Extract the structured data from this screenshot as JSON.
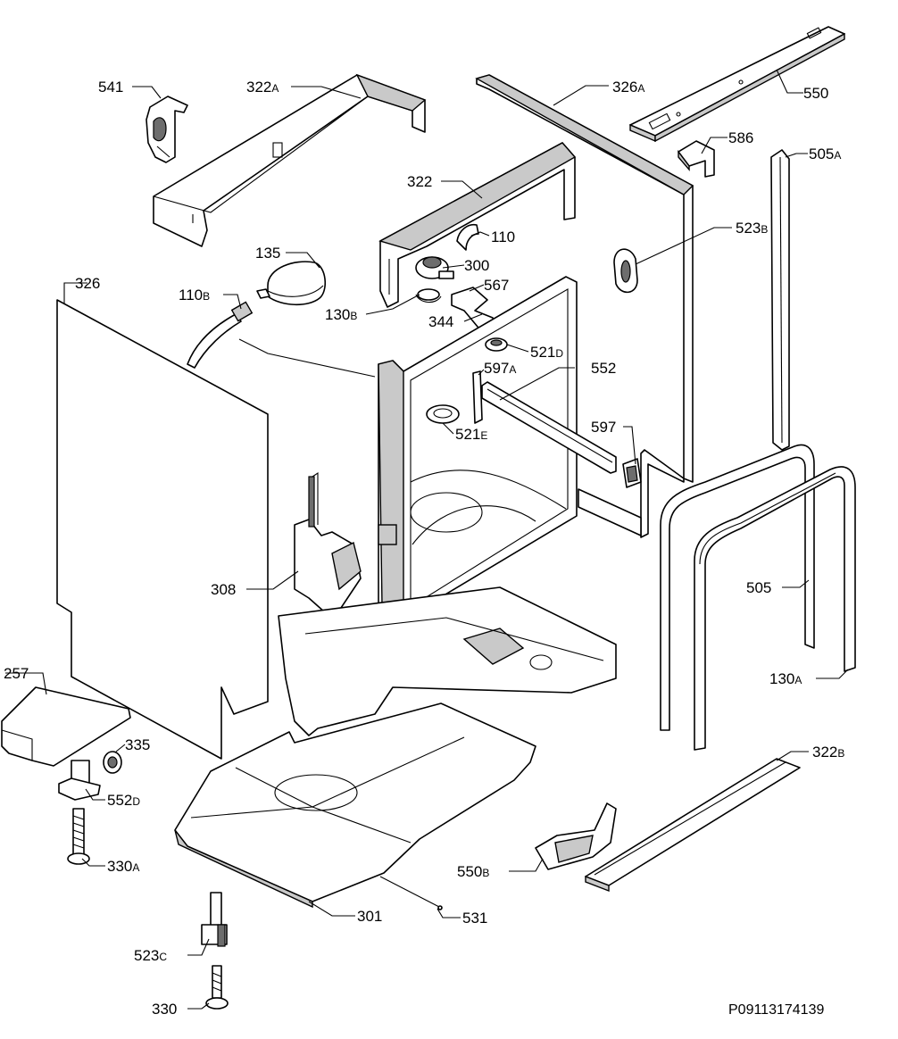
{
  "labels": [
    {
      "id": "541",
      "num": "541",
      "sub": ""
    },
    {
      "id": "322a",
      "num": "322",
      "sub": "A"
    },
    {
      "id": "326a",
      "num": "326",
      "sub": "A"
    },
    {
      "id": "550",
      "num": "550",
      "sub": ""
    },
    {
      "id": "586",
      "num": "586",
      "sub": ""
    },
    {
      "id": "505a",
      "num": "505",
      "sub": "A"
    },
    {
      "id": "322",
      "num": "322",
      "sub": ""
    },
    {
      "id": "110",
      "num": "110",
      "sub": ""
    },
    {
      "id": "523b",
      "num": "523",
      "sub": "B"
    },
    {
      "id": "135",
      "num": "135",
      "sub": ""
    },
    {
      "id": "300",
      "num": "300",
      "sub": ""
    },
    {
      "id": "326",
      "num": "326",
      "sub": ""
    },
    {
      "id": "567",
      "num": "567",
      "sub": ""
    },
    {
      "id": "110b",
      "num": "110",
      "sub": "B"
    },
    {
      "id": "130b",
      "num": "130",
      "sub": "B"
    },
    {
      "id": "344",
      "num": "344",
      "sub": ""
    },
    {
      "id": "521d",
      "num": "521",
      "sub": "D"
    },
    {
      "id": "597a",
      "num": "597",
      "sub": "A"
    },
    {
      "id": "552",
      "num": "552",
      "sub": ""
    },
    {
      "id": "521e",
      "num": "521",
      "sub": "E"
    },
    {
      "id": "597",
      "num": "597",
      "sub": ""
    },
    {
      "id": "308",
      "num": "308",
      "sub": ""
    },
    {
      "id": "505",
      "num": "505",
      "sub": ""
    },
    {
      "id": "257",
      "num": "257",
      "sub": ""
    },
    {
      "id": "130a",
      "num": "130",
      "sub": "A"
    },
    {
      "id": "335",
      "num": "335",
      "sub": ""
    },
    {
      "id": "322b",
      "num": "322",
      "sub": "B"
    },
    {
      "id": "552d",
      "num": "552",
      "sub": "D"
    },
    {
      "id": "330a",
      "num": "330",
      "sub": "A"
    },
    {
      "id": "550b",
      "num": "550",
      "sub": "B"
    },
    {
      "id": "301",
      "num": "301",
      "sub": ""
    },
    {
      "id": "531",
      "num": "531",
      "sub": ""
    },
    {
      "id": "523c",
      "num": "523",
      "sub": "C"
    },
    {
      "id": "330",
      "num": "330",
      "sub": ""
    }
  ],
  "drawing_code": "P09113174139",
  "colors": {
    "line": "#000000",
    "fill": "#ffffff",
    "shade": "#c9c9c9"
  }
}
